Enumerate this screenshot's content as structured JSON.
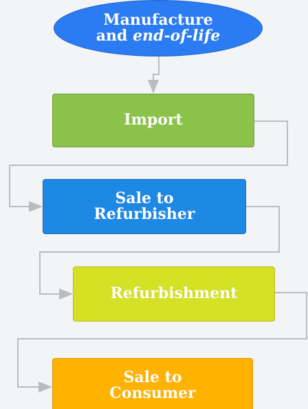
{
  "nodes": {
    "manufacture": {
      "line1": "Manufacture",
      "line2_prefix": "and",
      "line2_italic": "end-of-life"
    },
    "import": {
      "label": "Import"
    },
    "sale_refurbisher": {
      "line1": "Sale to",
      "line2": "Refurbisher"
    },
    "refurbishment": {
      "label": "Refurbishment"
    },
    "sale_consumer": {
      "line1": "Sale to",
      "line2": "Consumer"
    }
  },
  "colors": {
    "manufacture": "#2b7bf3",
    "import": "#8bc34a",
    "sale_refurbisher": "#1e88e5",
    "refurbishment": "#d4e124",
    "sale_consumer": "#ffb300",
    "connector": "#b9bcc1"
  }
}
